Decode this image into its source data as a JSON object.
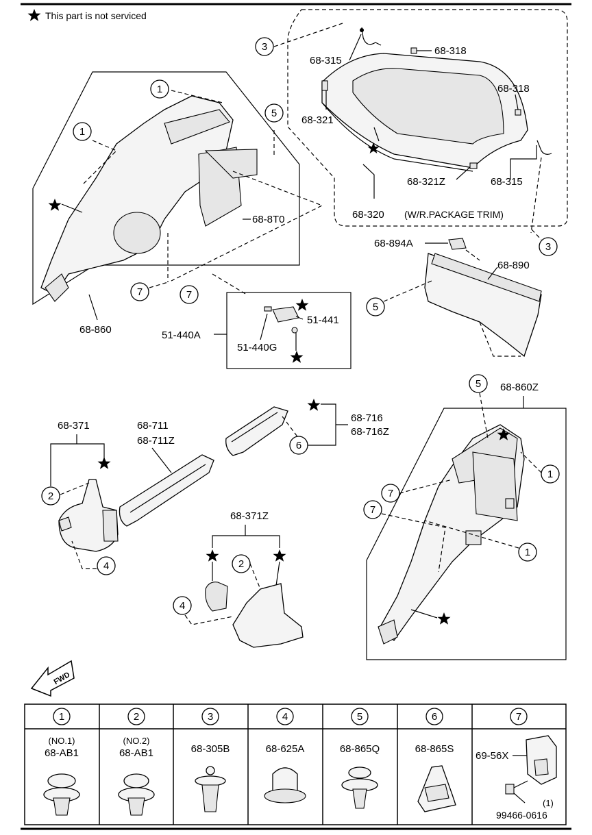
{
  "legend": {
    "star_note": "This part is not serviced"
  },
  "callouts": {
    "c1": "1",
    "c2": "2",
    "c3": "3",
    "c4": "4",
    "c5": "5",
    "c6": "6",
    "c7": "7"
  },
  "labels": {
    "p68_315_a": "68-315",
    "p68_318_a": "68-318",
    "p68_318_b": "68-318",
    "p68_321": "68-321",
    "p68_321Z": "68-321Z",
    "p68_315_b": "68-315",
    "p68_320": "68-320",
    "package_trim_note": "(W/R.PACKAGE TRIM)",
    "p68_8T0": "68-8T0",
    "p68_860": "68-860",
    "p68_894A": "68-894A",
    "p68_890": "68-890",
    "p51_440A": "51-440A",
    "p51_441": "51-441",
    "p51_440G": "51-440G",
    "p68_371": "68-371",
    "p68_711": "68-711",
    "p68_711Z": "68-711Z",
    "p68_716": "68-716",
    "p68_716Z": "68-716Z",
    "p68_860Z": "68-860Z",
    "p68_371Z": "68-371Z",
    "fwd": "FWD"
  },
  "fastener_table": {
    "headers": [
      "1",
      "2",
      "3",
      "4",
      "5",
      "6",
      "7"
    ],
    "cells": [
      {
        "note": "(NO.1)",
        "part": "68-AB1"
      },
      {
        "note": "(NO.2)",
        "part": "68-AB1"
      },
      {
        "note": "",
        "part": "68-305B"
      },
      {
        "note": "",
        "part": "68-625A"
      },
      {
        "note": "",
        "part": "68-865Q"
      },
      {
        "note": "",
        "part": "68-865S"
      },
      {
        "note": "",
        "part": "69-56X",
        "extra_qty": "(1)",
        "extra_part": "99466-0616"
      }
    ]
  }
}
